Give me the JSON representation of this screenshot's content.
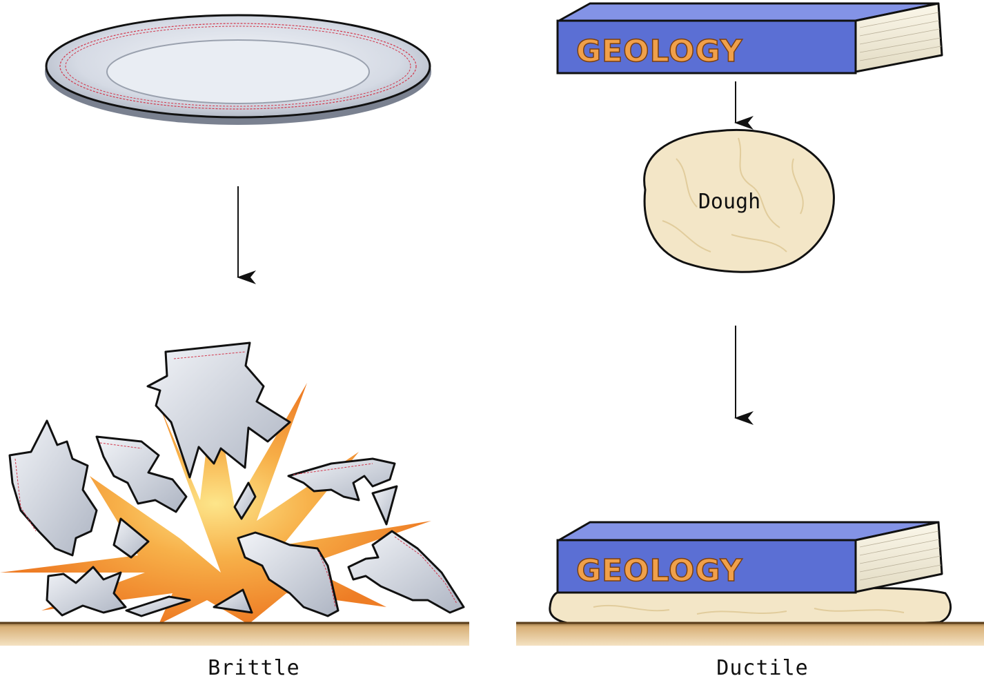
{
  "labels": {
    "left_caption": "Brittle",
    "right_caption": "Ductile",
    "dough_label": "Dough",
    "book_title": "GEOLOGY"
  },
  "colors": {
    "book_cover": "#5b6fd4",
    "book_title": "#f0a04a",
    "dough": "#f3e6c7",
    "ground": "#c89b5c",
    "burst_orange": "#f08a30",
    "burst_core": "#fde58a",
    "plate_steel": "#d3d8e2",
    "plate_rim_accent": "#d2354a"
  },
  "icons": [
    "plate-icon",
    "book-icon",
    "dough-icon",
    "shards-icon",
    "burst-icon"
  ]
}
